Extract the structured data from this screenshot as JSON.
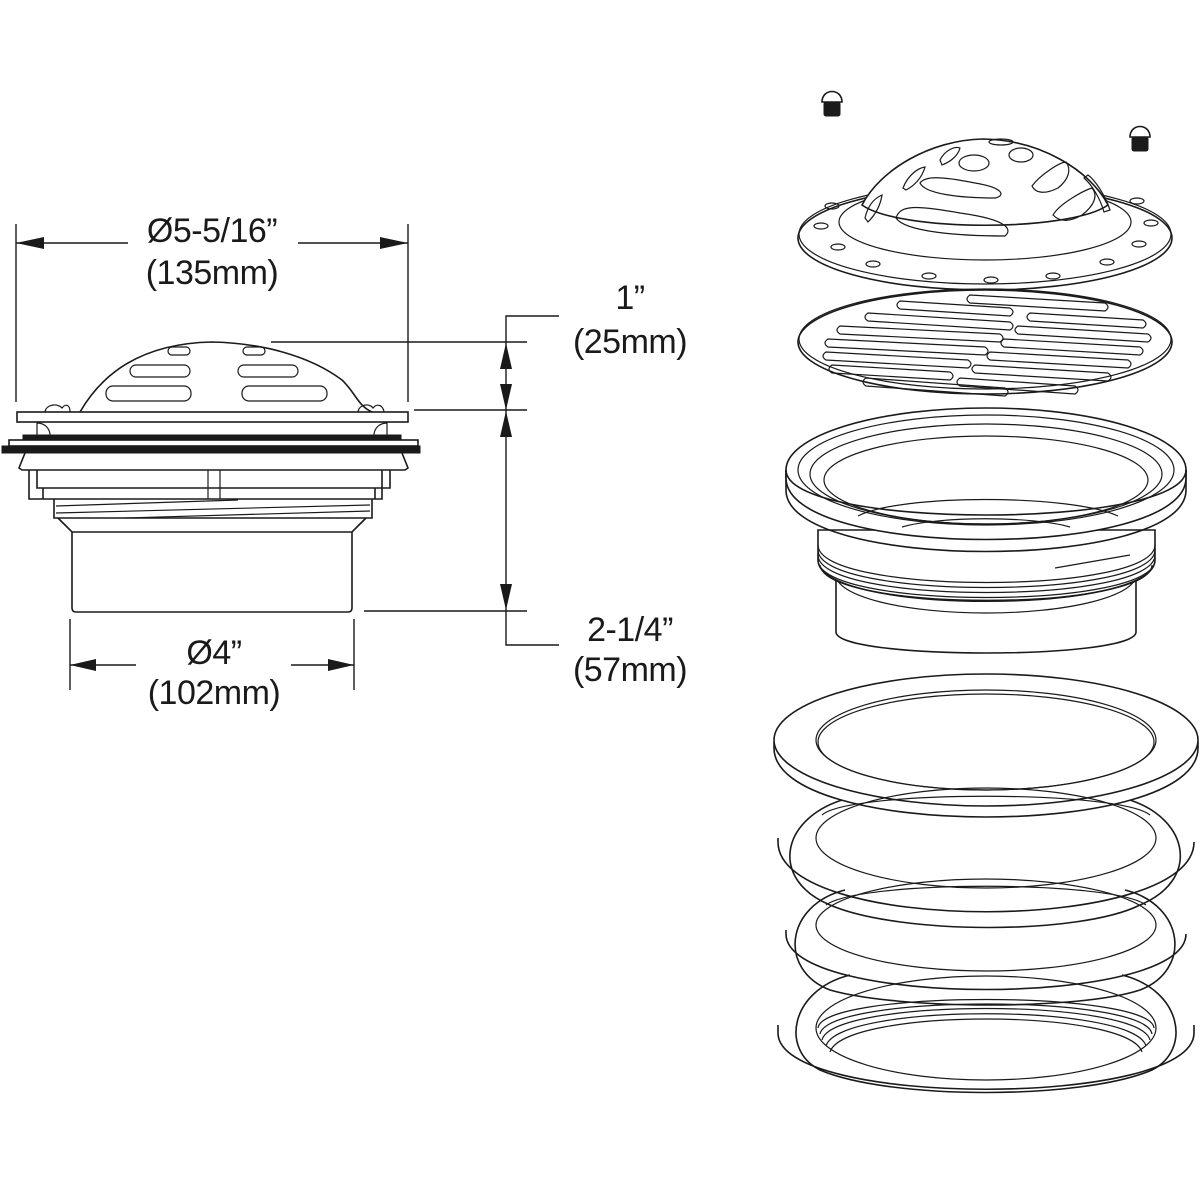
{
  "diagram": {
    "subject": "floor drain assembly",
    "colors": {
      "line": "#1a1a1a",
      "background": "#ffffff"
    },
    "side_view": {
      "dimensions": {
        "top_diameter": {
          "imperial": "Ø5-5/16”",
          "metric": "(135mm)"
        },
        "bottom_diameter": {
          "imperial": "Ø4”",
          "metric": "(102mm)"
        },
        "dome_height": {
          "imperial": "1”",
          "metric": "(25mm)"
        },
        "body_height": {
          "imperial": "2-1/4”",
          "metric": "(57mm)"
        }
      }
    },
    "exploded_view": {
      "parts": [
        "screw-left",
        "screw-right",
        "dome-strainer",
        "slotted-grate",
        "threaded-drain-body",
        "gasket-large",
        "gasket-medium",
        "gasket-small",
        "threaded-lock-ring"
      ]
    }
  }
}
